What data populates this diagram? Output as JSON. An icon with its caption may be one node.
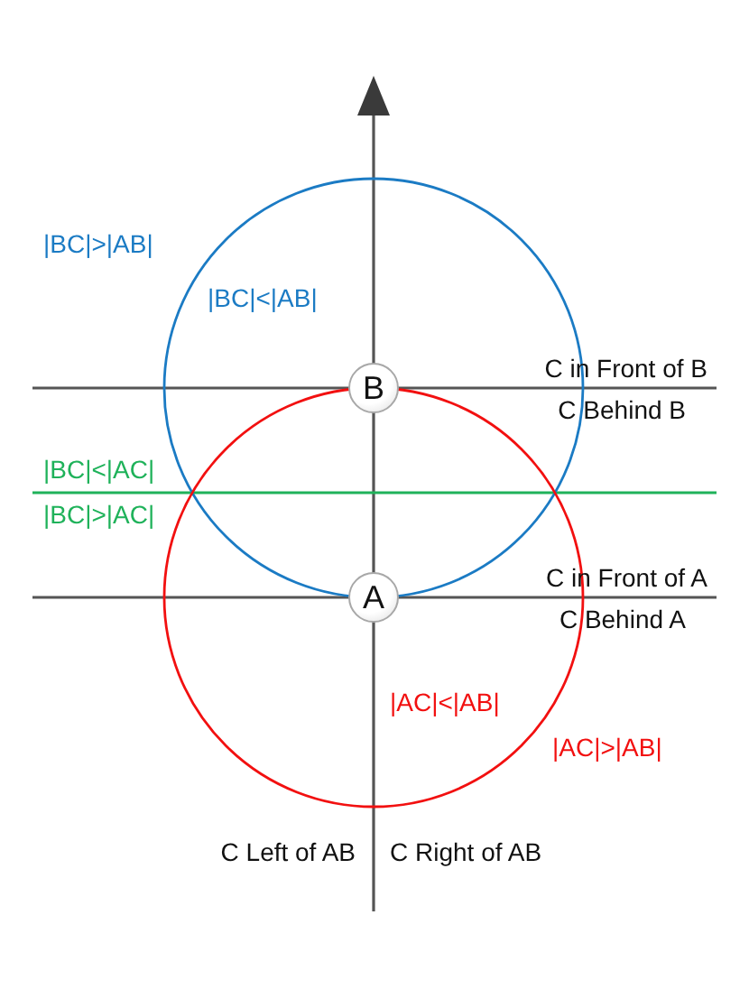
{
  "diagram": {
    "nodes": [
      {
        "text": [
          "B"
        ]
      },
      {
        "text": [
          "A"
        ]
      }
    ],
    "labels": [
      "|BC|>|AB|",
      "|BC|<|AB|",
      "C in Front of B",
      "C Behind B",
      "|BC|<|AC|",
      "|BC|>|AC|",
      "C in Front of A",
      "C Behind A",
      "|AC|<|AB|",
      "|AC|>|AB|",
      "C Left of AB",
      "C Right of AB"
    ]
  }
}
